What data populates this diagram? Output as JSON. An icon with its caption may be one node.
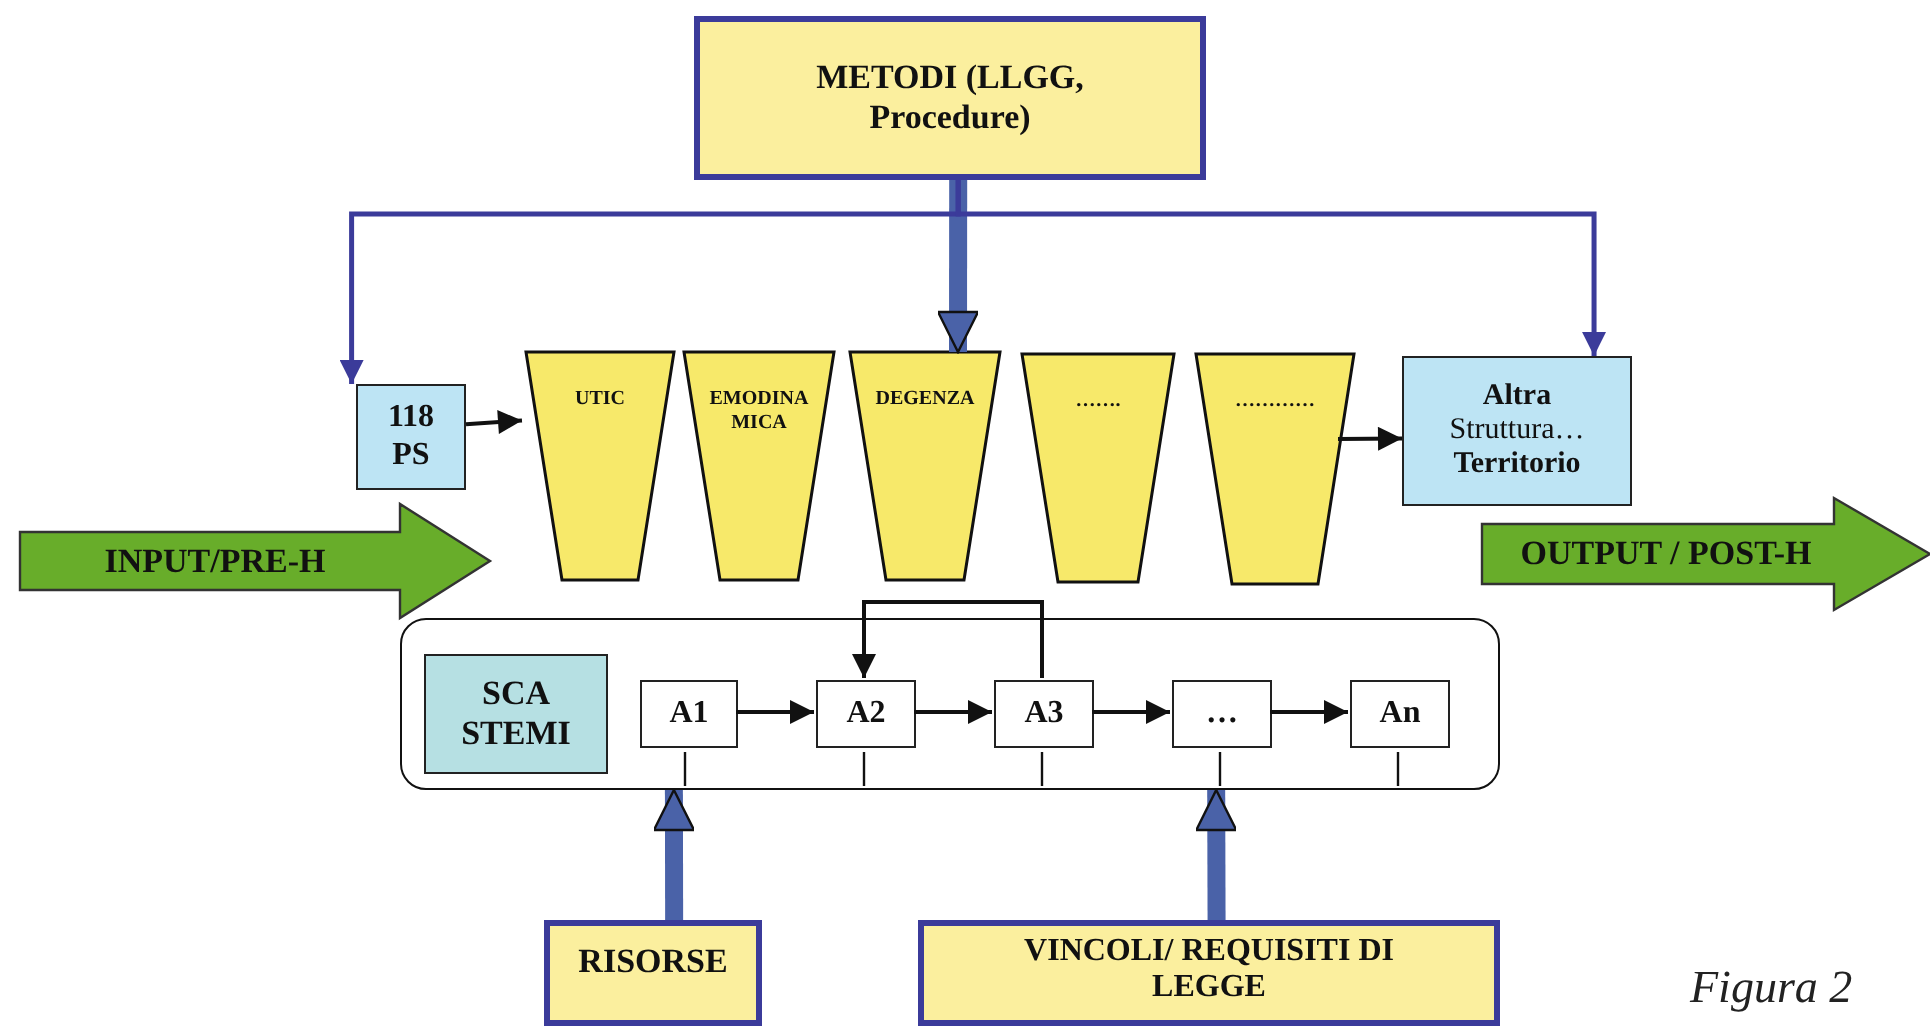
{
  "diagram": {
    "caption": "Figura 2",
    "nodes": [
      {
        "text": [
          "METODI (LLGG, Procedure)"
        ]
      },
      {
        "text": [
          "118 PS"
        ]
      },
      {
        "text": [
          "UTIC"
        ]
      },
      {
        "text": [
          "EMODINA MICA"
        ]
      },
      {
        "text": [
          "DEGENZA"
        ]
      },
      {
        "text": [
          "……."
        ]
      },
      {
        "text": [
          "…………"
        ]
      },
      {
        "text": [
          "**Altra** Struttura… **Territorio**"
        ]
      },
      {
        "text": [
          "INPUT/PRE-H"
        ]
      },
      {
        "text": [
          "OUTPUT / POST-H"
        ]
      },
      {
        "text": [],
        "shape": "box"
      },
      {
        "text": [
          "SCA STEMI"
        ],
        "in": 10
      },
      {
        "text": [
          "A1"
        ],
        "in": 10
      },
      {
        "text": [
          "A2"
        ],
        "in": 10
      },
      {
        "text": [
          "A3"
        ],
        "in": 10
      },
      {
        "text": [
          "…"
        ],
        "in": 10
      },
      {
        "text": [
          "An"
        ],
        "in": 10
      },
      {
        "text": [
          "RISORSE"
        ]
      },
      {
        "text": [
          "VINCOLI/ REQUISITI DI LEGGE"
        ]
      }
    ],
    "edges": [
      {
        "from": 0,
        "to": 4,
        "arrow": "to",
        "style": "thick",
        "color": "#4a62a8"
      },
      {
        "from": 0,
        "to": 1,
        "arrow": "to",
        "color": "#3b3b9a"
      },
      {
        "from": 0,
        "to": 7,
        "arrow": "to",
        "color": "#3b3b9a"
      },
      {
        "from": 1,
        "to": 2,
        "arrow": "to"
      },
      {
        "from": 6,
        "to": 7,
        "arrow": "to"
      },
      {
        "from": 12,
        "to": 13,
        "arrow": "to"
      },
      {
        "from": 13,
        "to": 14,
        "arrow": "to"
      },
      {
        "from": 14,
        "to": 15,
        "arrow": "to"
      },
      {
        "from": 15,
        "to": 16,
        "arrow": "to"
      },
      {
        "from": 14,
        "to": 13,
        "arrow": "to"
      },
      {
        "from": 17,
        "to": 10,
        "arrow": "to",
        "style": "thick",
        "color": "#4a62a8"
      },
      {
        "from": 18,
        "to": 10,
        "arrow": "to",
        "style": "thick",
        "color": "#4a62a8"
      }
    ]
  }
}
